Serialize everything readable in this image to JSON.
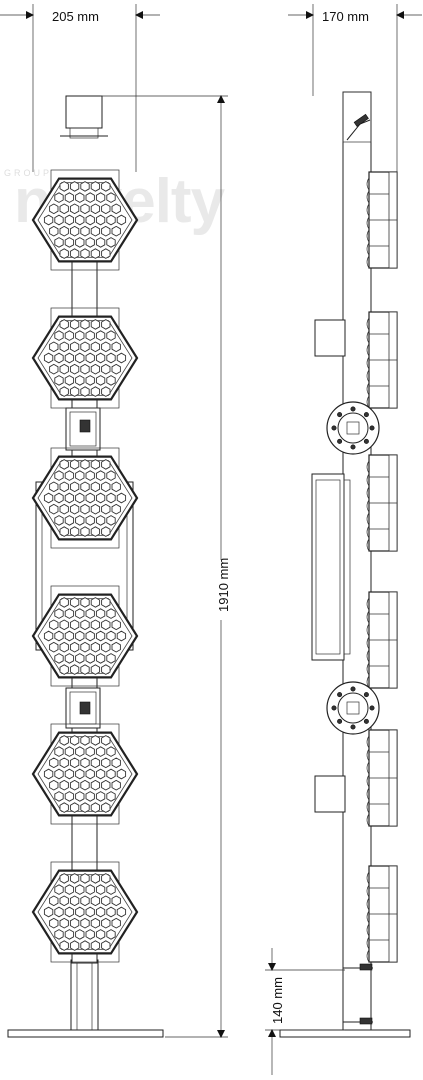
{
  "watermark": {
    "brand": "novelty",
    "group": "GROUP"
  },
  "dimensions": {
    "front_width": "205 mm",
    "side_depth": "170 mm",
    "total_height": "1910 mm",
    "base_height": "140 mm"
  },
  "views": {
    "front": {
      "hex_heads": 6,
      "hex_cells_per_head": 54,
      "motors": 2
    },
    "side": {
      "lamp_modules": 6,
      "rotators": 2,
      "clamps": 2
    }
  }
}
